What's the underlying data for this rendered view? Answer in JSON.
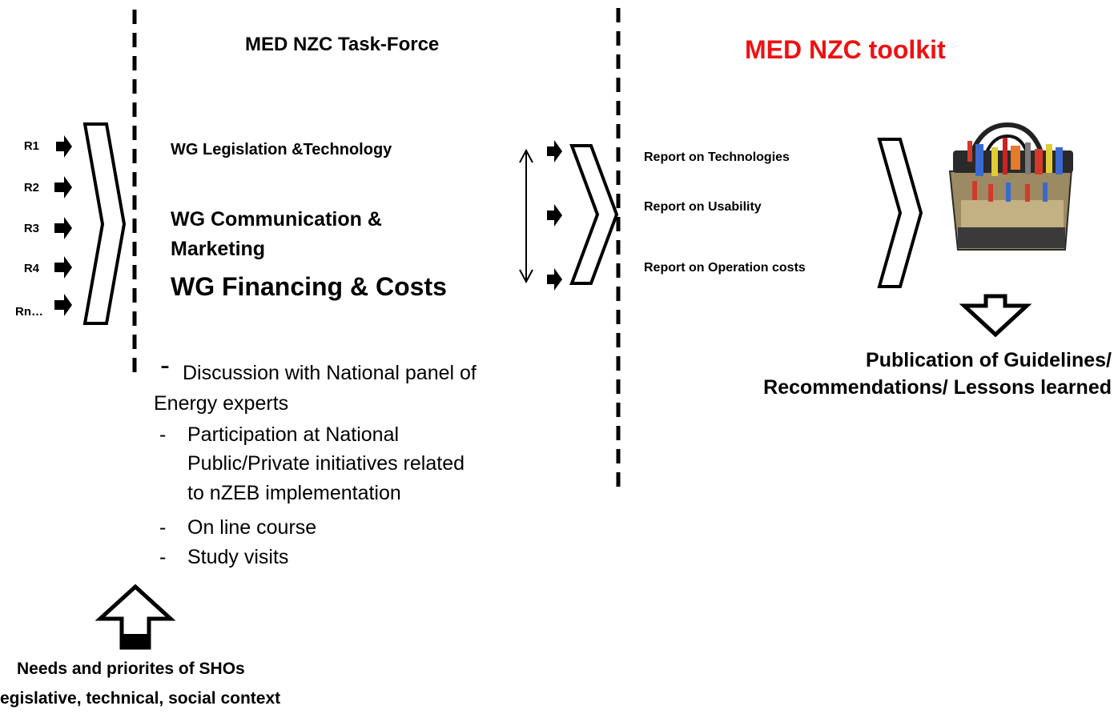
{
  "task_force_title": "MED NZC Task-Force",
  "toolkit_title": "MED NZC toolkit",
  "inputs": [
    "R1",
    "R2",
    "R3",
    "R4",
    "Rn…"
  ],
  "working_groups": [
    "WG  Legislation &Technology",
    "WG Communication &",
    "Marketing",
    "WG  Financing &  Costs"
  ],
  "activities": {
    "discussion_dash": "-",
    "discussion_line1": "Discussion with National  panel of",
    "discussion_line2": "Energy experts",
    "items": [
      {
        "dash": "-",
        "lines": [
          "Participation at National",
          "Public/Private initiatives related",
          "to nZEB implementation"
        ]
      },
      {
        "dash": "-",
        "lines": [
          "On line course"
        ]
      },
      {
        "dash": "-",
        "lines": [
          "Study visits"
        ]
      }
    ]
  },
  "reports": [
    "Report on Technologies",
    "Report on Usability",
    "Report on Operation costs"
  ],
  "publication": [
    "Publication of Guidelines/",
    "Recommendations/ Lessons learned"
  ],
  "needs": [
    "Needs and priorites of SHOs",
    "egislative, technical, social context"
  ],
  "colors": {
    "toolkit_title": "#ee1111",
    "ink": "#000000"
  },
  "icons": {
    "toolbox": "toolbox-image",
    "up_arrow": "up-arrow-outline-icon",
    "down_arrow": "down-arrow-outline-icon"
  }
}
